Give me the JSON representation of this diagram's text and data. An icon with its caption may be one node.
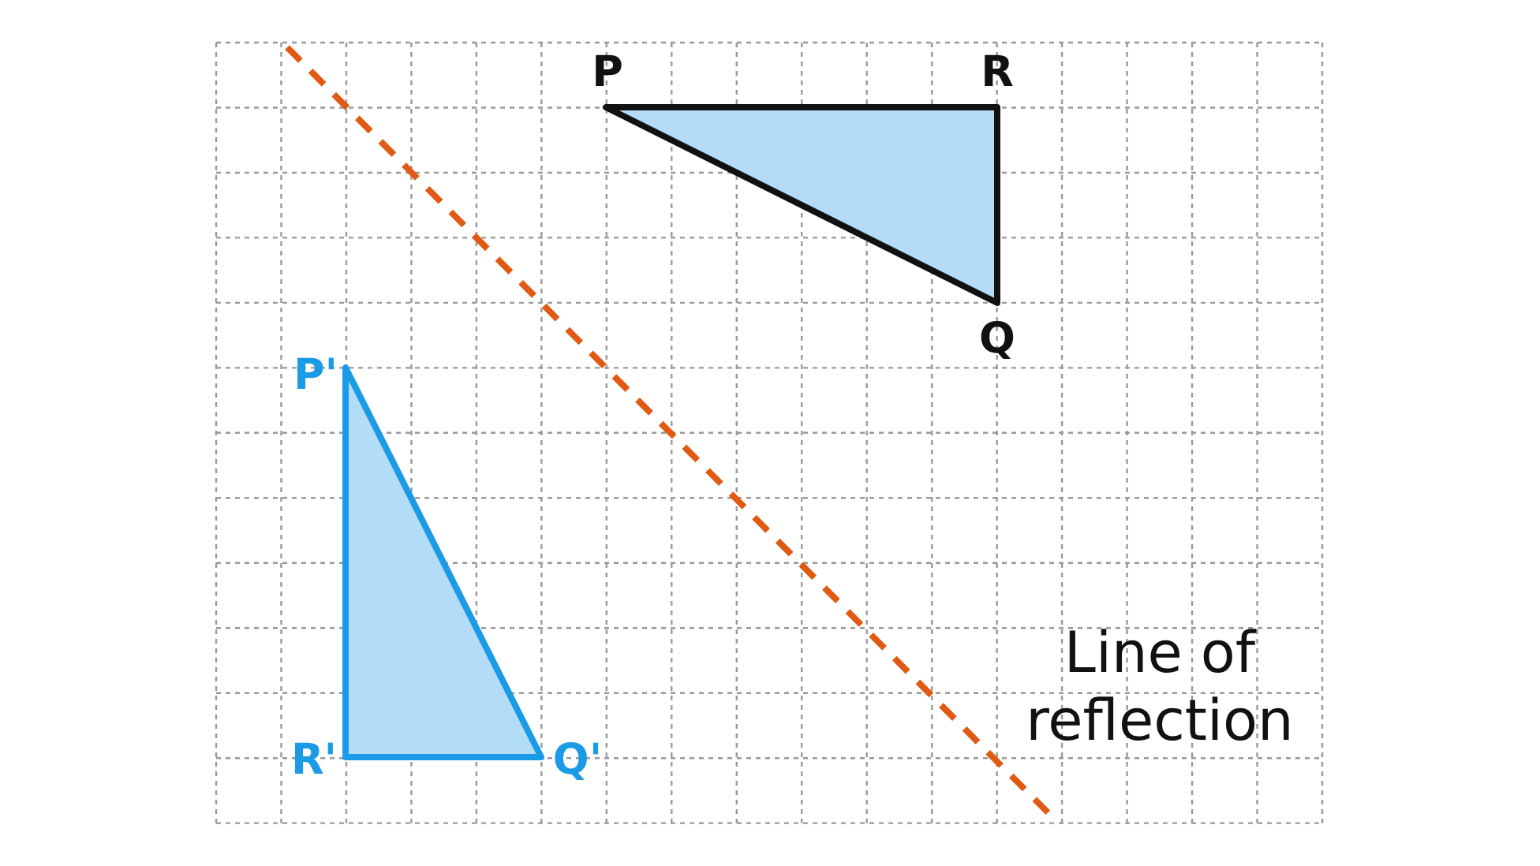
{
  "diagram": {
    "labels": [
      "P",
      "R",
      "Q",
      "P'",
      "R'",
      "Q'",
      "Line of reflection"
    ]
  }
}
